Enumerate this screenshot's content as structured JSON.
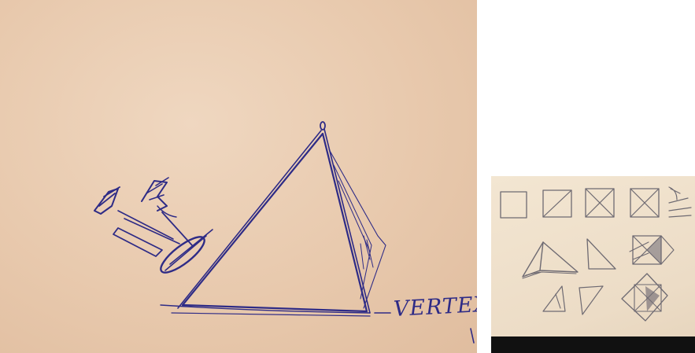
{
  "main_sketch": {
    "label": "VERTEX"
  },
  "side_sketch": {
    "rows": [
      {
        "shapes": [
          "square",
          "square-one-diagonal",
          "square-two-diagonals",
          "square-two-diagonals",
          "scribble"
        ]
      },
      {
        "shapes": [
          "tetrahedron",
          "triangle",
          "square-quartered-shaded"
        ]
      },
      {
        "shapes": [
          "small-triangle",
          "small-triangle",
          "diamond-shaded"
        ]
      }
    ]
  },
  "colors": {
    "ink": "#2e2b86",
    "paper": "#e8c9ad",
    "pencil": "#6e6a72"
  }
}
